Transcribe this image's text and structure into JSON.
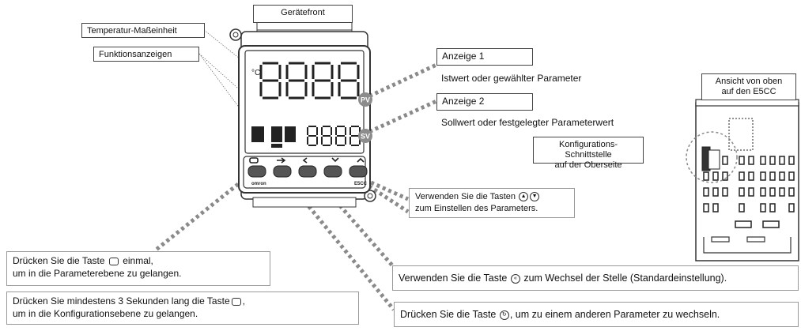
{
  "labels": {
    "front_title": "Gerätefront",
    "temp_unit": "Temperatur-Maßeinheit",
    "func_indicators": "Funktionsanzeigen",
    "display1_title": "Anzeige 1",
    "display1_desc": "Istwert oder gewählter Parameter",
    "display2_title": "Anzeige 2",
    "display2_desc": "Sollwert oder festgelegter Parameterwert",
    "top_view_line1": "Ansicht von oben",
    "top_view_line2": "auf den E5CC",
    "config_port_line1": "Konfigurations-Schnittstelle",
    "config_port_line2": "auf der Oberseite"
  },
  "device": {
    "pv_badge": "PV",
    "sv_badge": "SV",
    "brand": "omron",
    "model": "E5CC",
    "unit_symbol": "°C",
    "digits_top": "8.8.8.8.",
    "digits_bottom": "8.8.8.8"
  },
  "callouts": {
    "updown_line1_a": "Verwenden Sie die Tasten",
    "updown_line2": "zum Einstellen des Parameters.",
    "level_line1_a": "Drücken Sie die Taste",
    "level_line1_b": "einmal,",
    "level_line2": "um in die Parameterebene zu gelangen.",
    "config_line1_a": "Drücken Sie mindestens 3 Sekunden lang die Taste",
    "config_line1_b": ",",
    "config_line2": "um in die Konfigurationsebene zu gelangen.",
    "shift_a": "Verwenden Sie die Taste",
    "shift_b": "zum Wechsel der Stelle (Standardeinstellung).",
    "mode_a": "Drücken Sie die Taste",
    "mode_b": ", um zu einem anderen Parameter zu wechseln."
  },
  "colors": {
    "dotted": "#8a8a8a",
    "device": "#333333",
    "badge": "#8c8c8c"
  }
}
